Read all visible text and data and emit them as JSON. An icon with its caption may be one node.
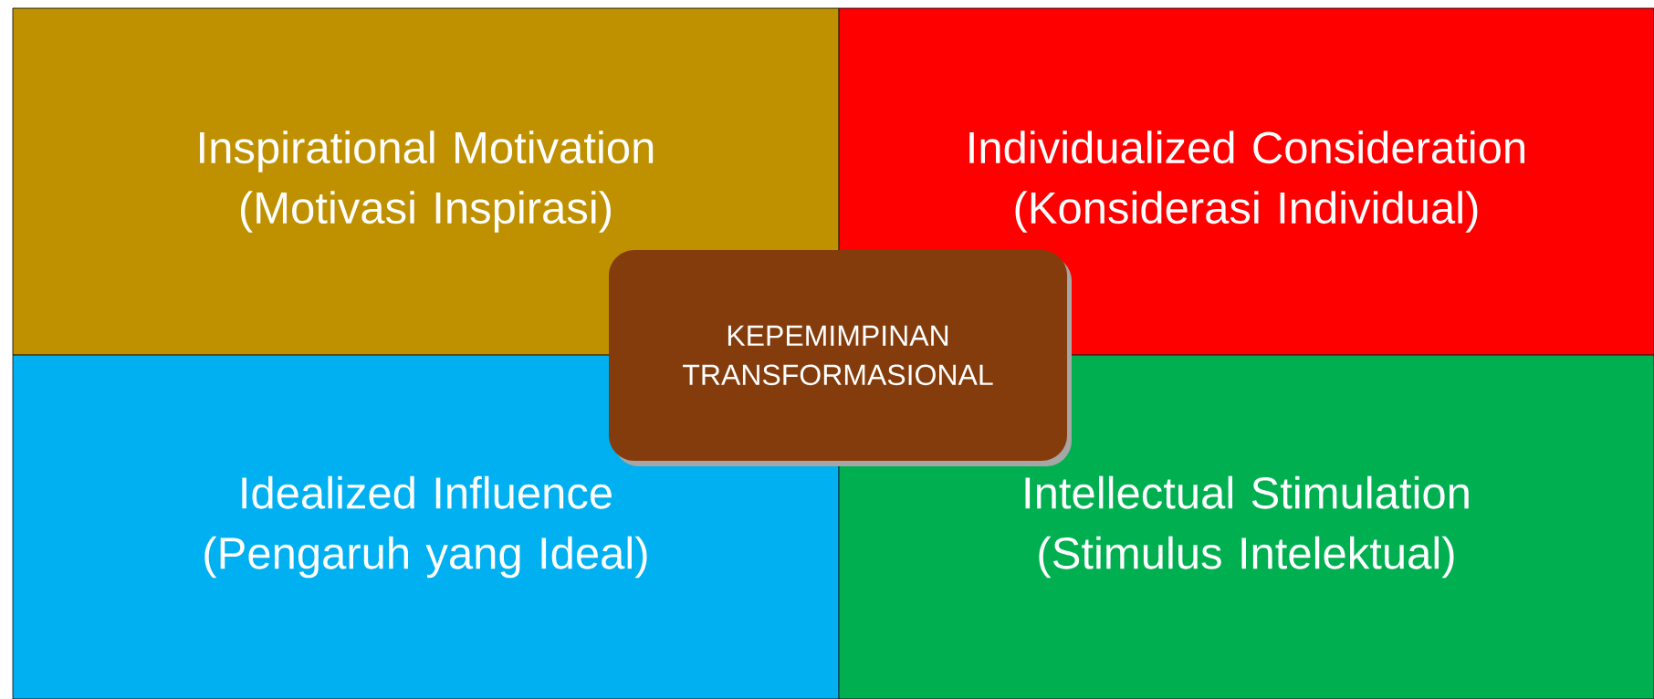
{
  "diagram": {
    "nodes": [
      {
        "text": [
          "Inspirational Motivation",
          "(Motivasi Inspirasi)"
        ]
      },
      {
        "text": [
          "Individualized Consideration",
          "(Konsiderasi Individual)"
        ]
      },
      {
        "text": [
          "KEPEMIMPINAN TRANSFORMASIONAL"
        ]
      },
      {
        "text": [
          "Idealized Influence",
          "(Pengaruh yang Ideal)"
        ]
      },
      {
        "text": [
          "Intellectual Stimulation",
          "(Stimulus Intelektual)"
        ]
      }
    ]
  }
}
